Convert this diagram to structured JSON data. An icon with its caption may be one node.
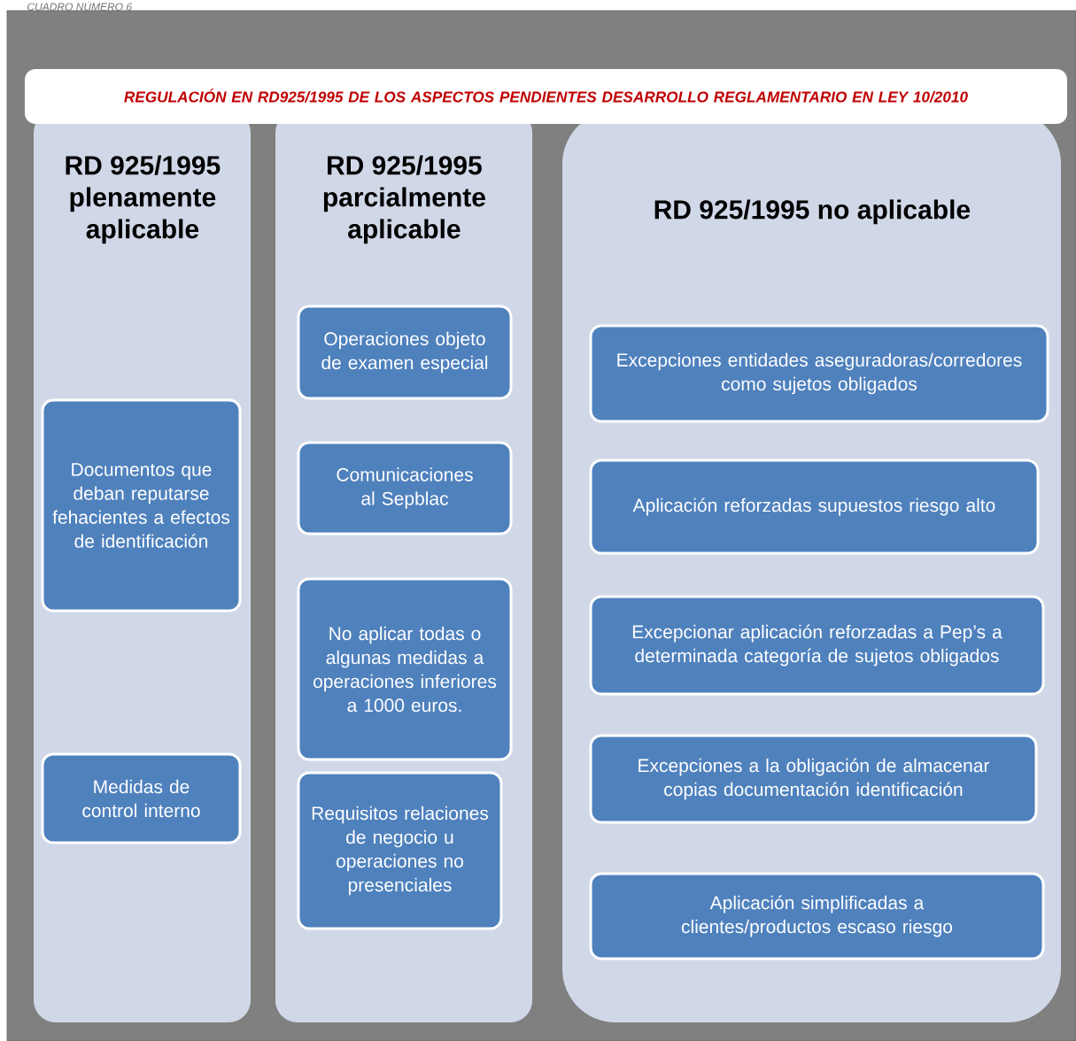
{
  "diagram": {
    "title": "REGULACIÓN EN RD925/1995 DE LOS ASPECTOS PENDIENTES DESARROLLO REGLAMENTARIO EN LEY 10/2010",
    "nodes": [
      {
        "text": [
          "RD 925/1995 plenamente aplicable"
        ]
      },
      {
        "text": [
          "Documentos que deban reputarse fehacientes a efectos de identificación"
        ],
        "in": 0
      },
      {
        "text": [
          "Medidas de control interno"
        ],
        "in": 0
      },
      {
        "text": [
          "RD 925/1995 parcialmente aplicable"
        ]
      },
      {
        "text": [
          "Operaciones objeto de examen especial"
        ],
        "in": 3
      },
      {
        "text": [
          "Comunicaciones al Sepblac"
        ],
        "in": 3
      },
      {
        "text": [
          "No aplicar todas o algunas medidas a operaciones inferiores a 1000 euros."
        ],
        "in": 3
      },
      {
        "text": [
          "Requisitos relaciones de negocio u operaciones no presenciales"
        ],
        "in": 3
      },
      {
        "text": [
          "RD 925/1995 no aplicable"
        ]
      },
      {
        "text": [
          "Excepciones entidades aseguradoras/corredores como sujetos obligados"
        ],
        "in": 8
      },
      {
        "text": [
          "Aplicación reforzadas supuestos riesgo alto"
        ],
        "in": 8
      },
      {
        "text": [
          "Excepcionar aplicación reforzadas a Pep’s a determinada categoría de sujetos obligados"
        ],
        "in": 8
      },
      {
        "text": [
          "Excepciones a la obligación de almacenar copias documentación identificación"
        ],
        "in": 8
      },
      {
        "text": [
          "Aplicación simplificadas a clientes/productos escaso riesgo"
        ],
        "in": 8
      }
    ],
    "labels": [
      "CUADRO NÚMERO 6"
    ]
  }
}
